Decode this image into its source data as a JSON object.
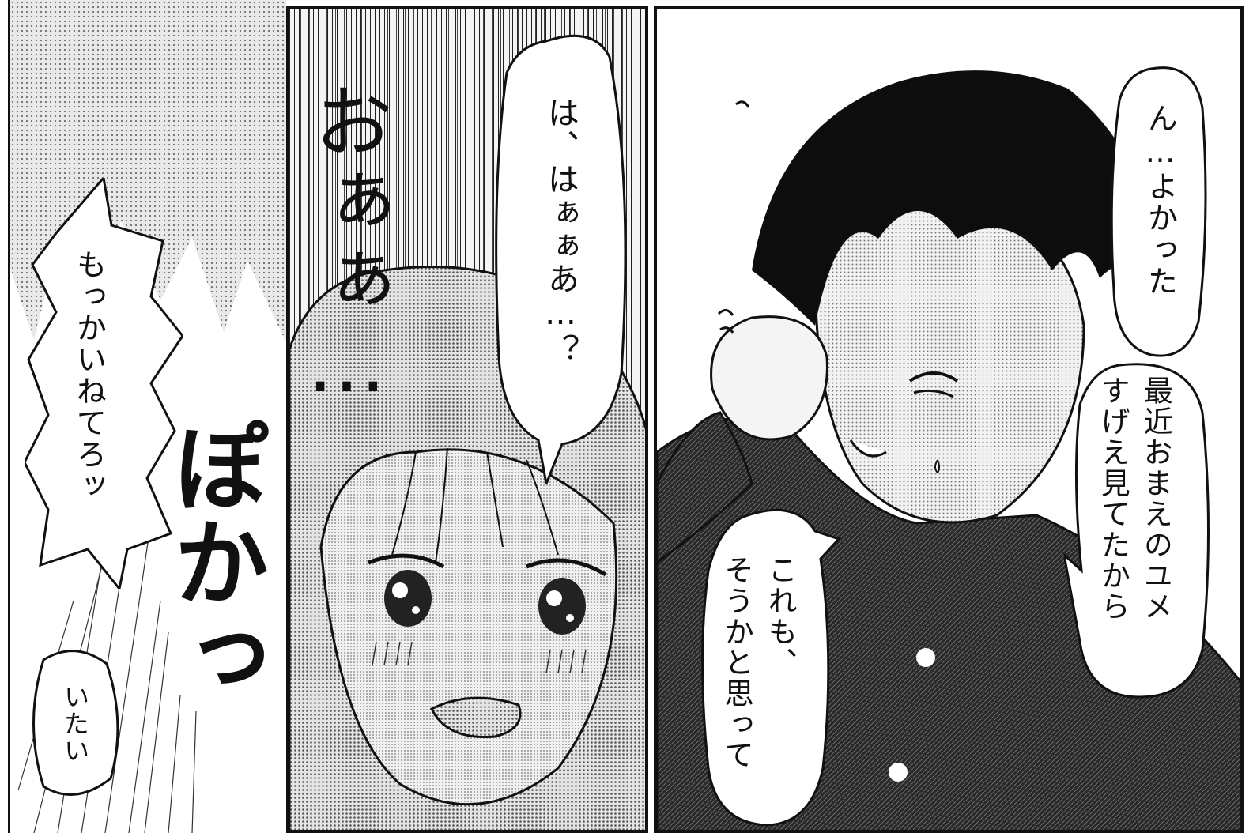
{
  "panels": {
    "left": {
      "speech_shout": "もっかいねてろッ",
      "sfx": "ぽかっ",
      "speech_small": "いたい"
    },
    "middle": {
      "sfx": "おぁぁ…",
      "speech": "は、はぁぁあ…？"
    },
    "right": {
      "speech_top": "ん…よかった",
      "speech_middle_line1": "最近おまえのユメ",
      "speech_middle_line2": "すげえ見てたから",
      "speech_bottom_line1": "これも、",
      "speech_bottom_line2": "そうかと思って"
    }
  }
}
